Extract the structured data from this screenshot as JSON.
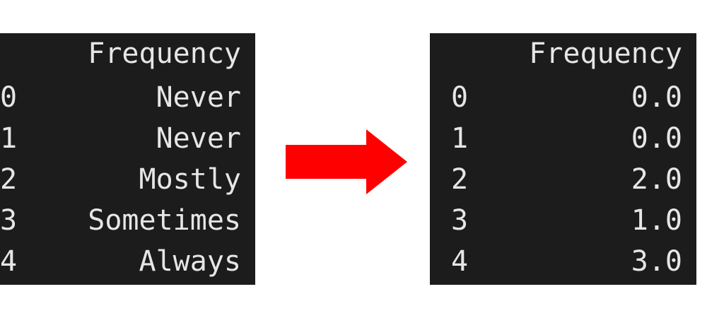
{
  "colors": {
    "panel_background": "#1c1c1c",
    "text": "#e6e6e6",
    "arrow": "#ff0000",
    "page_background": "#ffffff"
  },
  "left_table": {
    "column_header": "Frequency",
    "rows": [
      {
        "index": "0",
        "value": "Never"
      },
      {
        "index": "1",
        "value": "Never"
      },
      {
        "index": "2",
        "value": "Mostly"
      },
      {
        "index": "3",
        "value": "Sometimes"
      },
      {
        "index": "4",
        "value": "Always"
      }
    ]
  },
  "arrow": {
    "icon": "right-arrow-icon",
    "direction": "right"
  },
  "right_table": {
    "column_header": "Frequency",
    "rows": [
      {
        "index": "0",
        "value": "0.0"
      },
      {
        "index": "1",
        "value": "0.0"
      },
      {
        "index": "2",
        "value": "2.0"
      },
      {
        "index": "3",
        "value": "1.0"
      },
      {
        "index": "4",
        "value": "3.0"
      }
    ]
  }
}
